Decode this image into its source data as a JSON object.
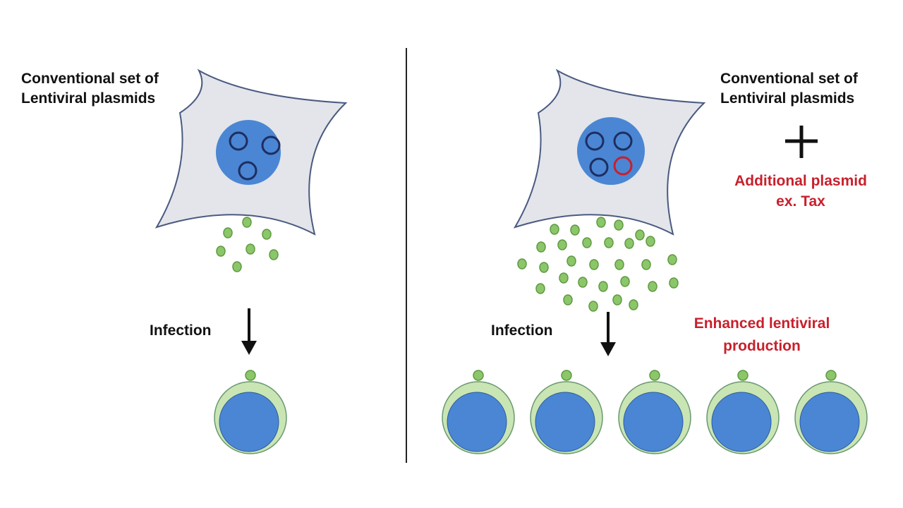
{
  "left_panel": {
    "plasmid_label_line1": "Conventional set of",
    "plasmid_label_line2": "Lentiviral plasmids",
    "infection_label": "Infection"
  },
  "right_panel": {
    "plasmid_label_line1": "Conventional set of",
    "plasmid_label_line2": "Lentiviral plasmids",
    "plus_sign": "+",
    "additional_label_line1": "Additional plasmid",
    "additional_label_line2": "ex. Tax",
    "infection_label": "Infection",
    "enhanced_label_line1": "Enhanced lentiviral",
    "enhanced_label_line2": "production"
  },
  "colors": {
    "cell_body": "#e3e5ea",
    "cell_outline": "#4a5a80",
    "nucleus": "#4a86d4",
    "plasmid": "#1e2e60",
    "additional_plasmid": "#c8202c",
    "virion": "#8cc66a",
    "virion_outline": "#5e9a40",
    "target_cell_ring": "#c9e5b4",
    "target_cell_outline": "#6a9870",
    "accent_text": "#c8202c"
  }
}
